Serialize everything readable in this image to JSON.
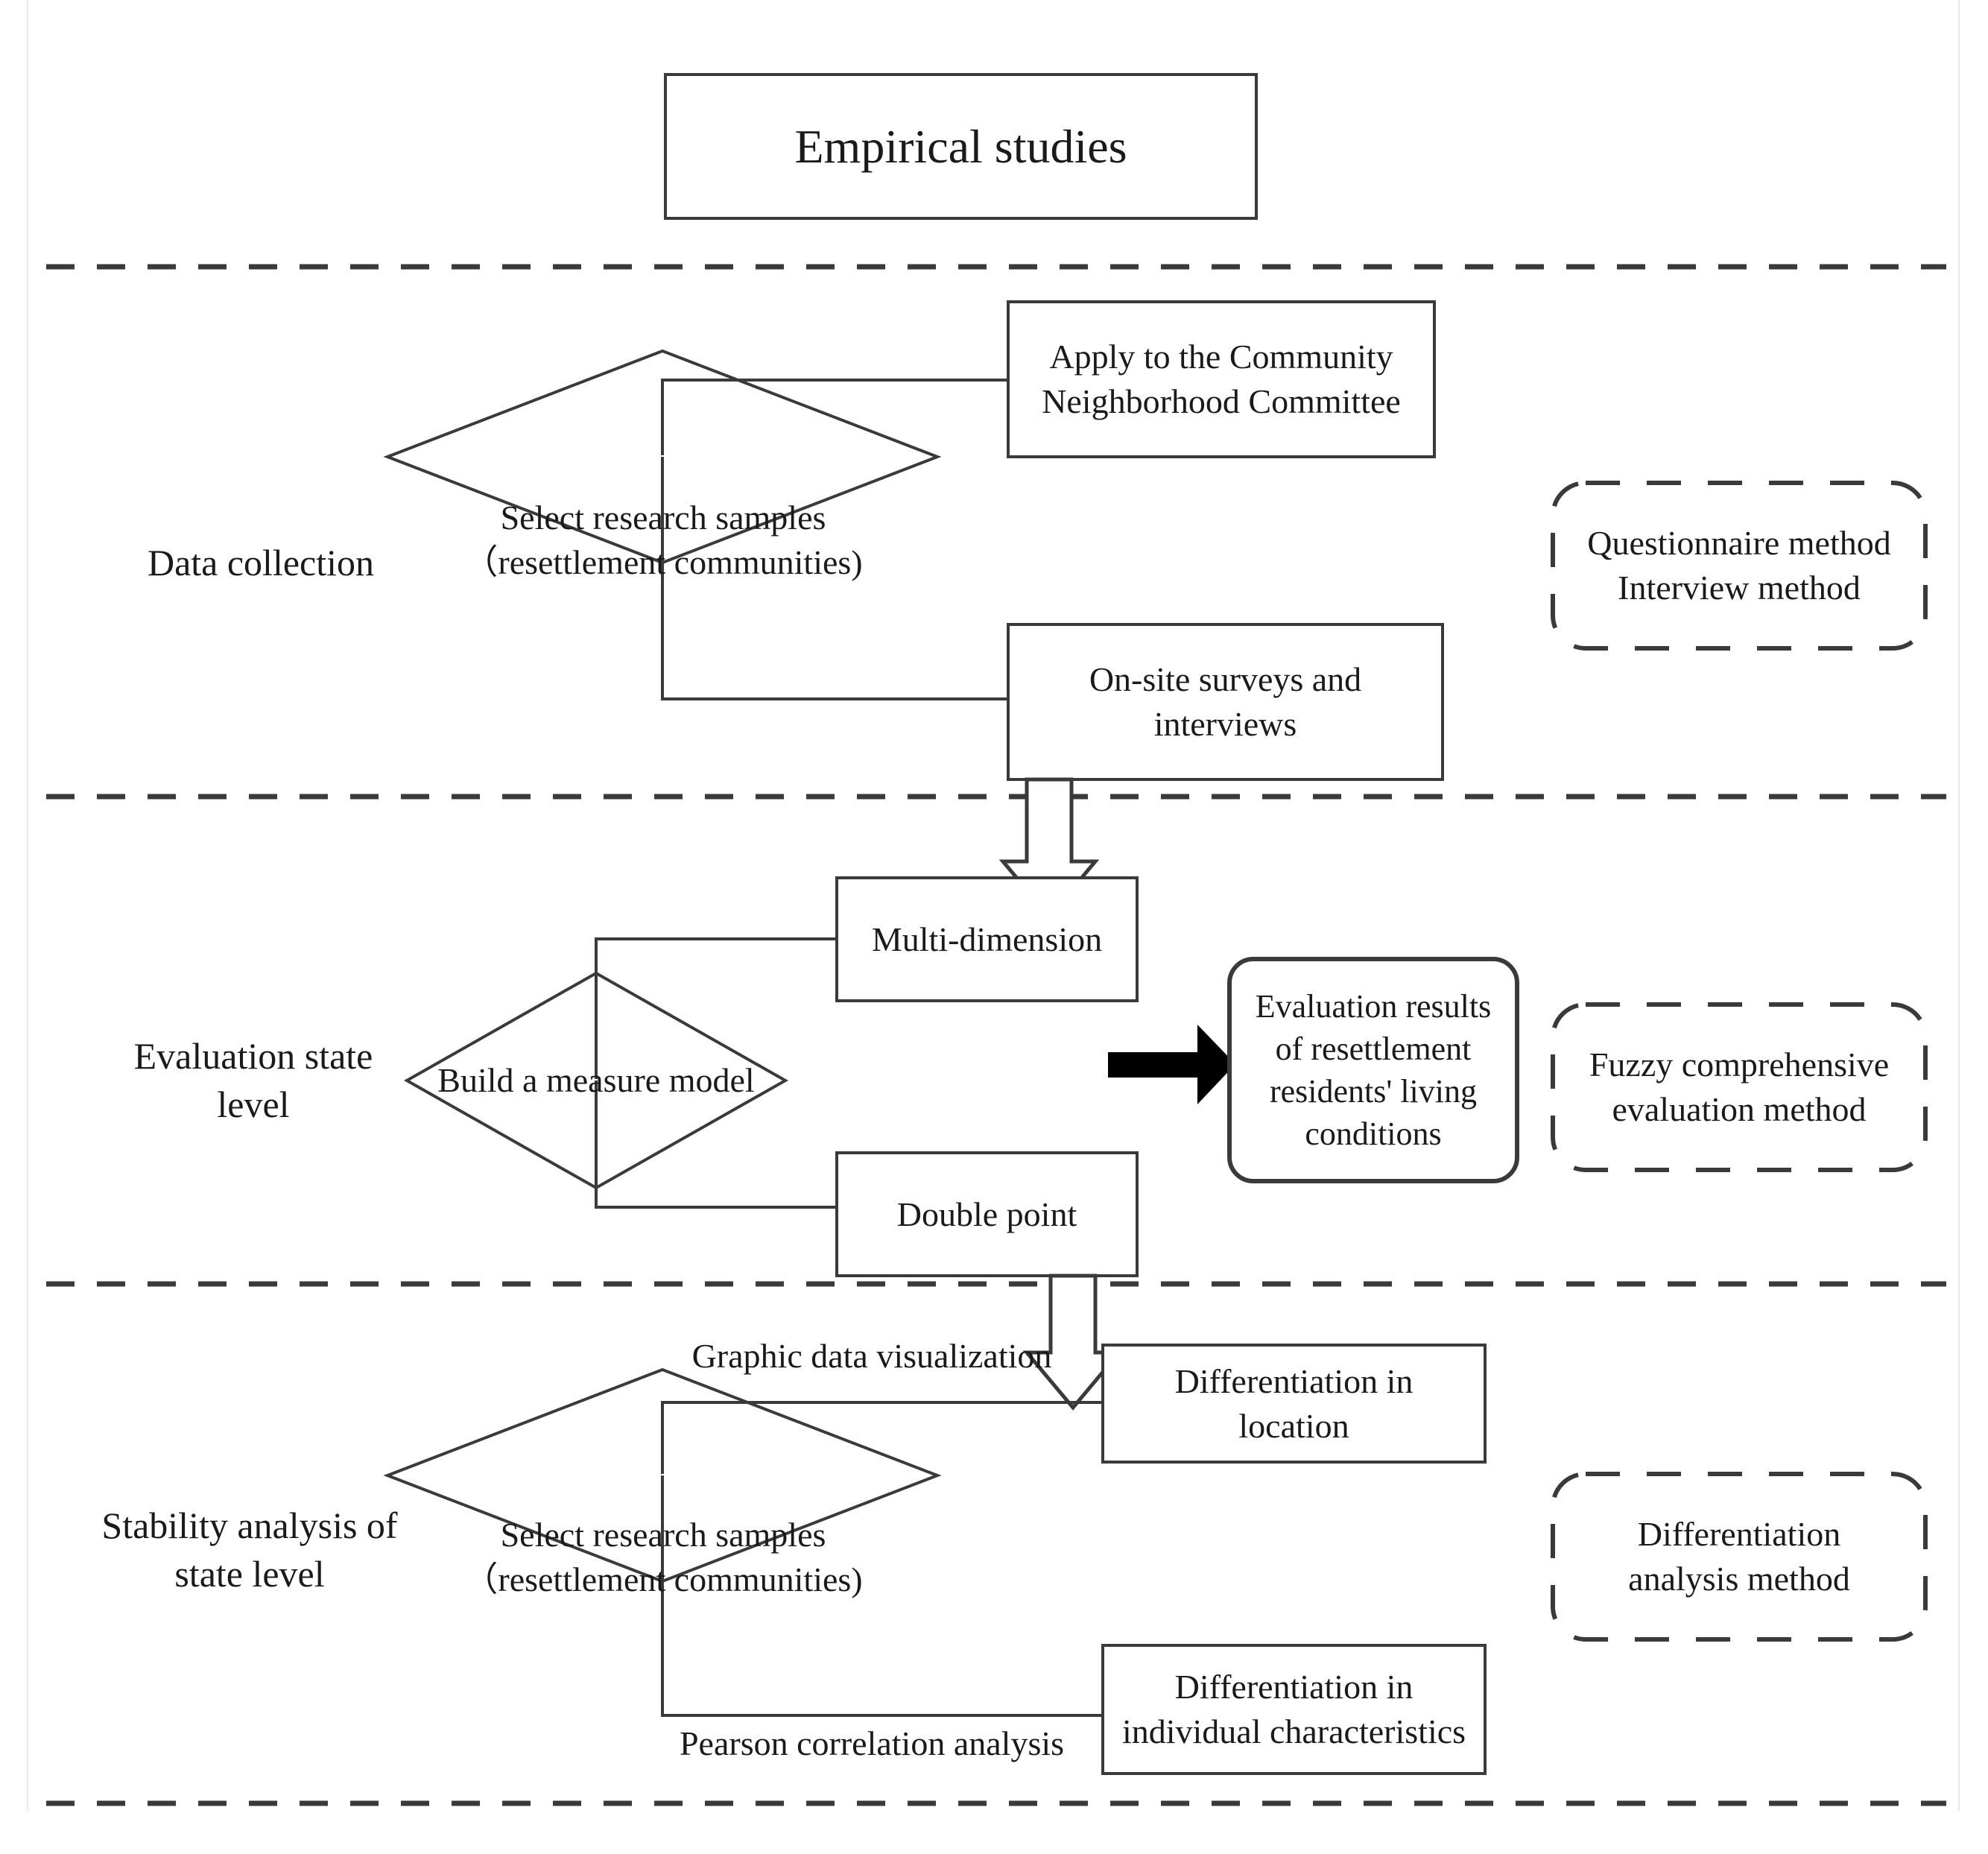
{
  "diagram": {
    "title": "Empirical studies",
    "stage_labels": {
      "data_collection": "Data collection",
      "evaluation": "Evaluation state\nlevel",
      "stability": "Stability analysis of\nstate level"
    },
    "nodes": {
      "decision_sample_top": "Select research samples\n（resettlement communities)",
      "apply_committee": "Apply to the Community\nNeighborhood Committee",
      "onsite_surveys": "On-site surveys and\ninterviews",
      "decision_measure_model": "Build a measure model",
      "multi_dimension": "Multi-dimension",
      "double_point": "Double point",
      "evaluation_results": "Evaluation results\nof resettlement\nresidents' living\nconditions",
      "decision_sample_bottom": "Select research samples\n（resettlement communities)",
      "differentiation_location": "Differentiation in\nlocation",
      "differentiation_individual": "Differentiation in\nindividual characteristics"
    },
    "edge_labels": {
      "graphic_data_visualization": "Graphic data visualization",
      "pearson_correlation": "Pearson correlation analysis"
    },
    "method_boxes": {
      "questionnaire": "Questionnaire method\nInterview method",
      "fuzzy": "Fuzzy comprehensive\nevaluation method",
      "differentiation": "Differentiation\nanalysis method"
    },
    "colors": {
      "stroke": "#3a3a3a",
      "text": "#1a1a1a",
      "arrow_fill": "#000000",
      "background": "#ffffff",
      "frame": "#e9e9e9"
    }
  }
}
